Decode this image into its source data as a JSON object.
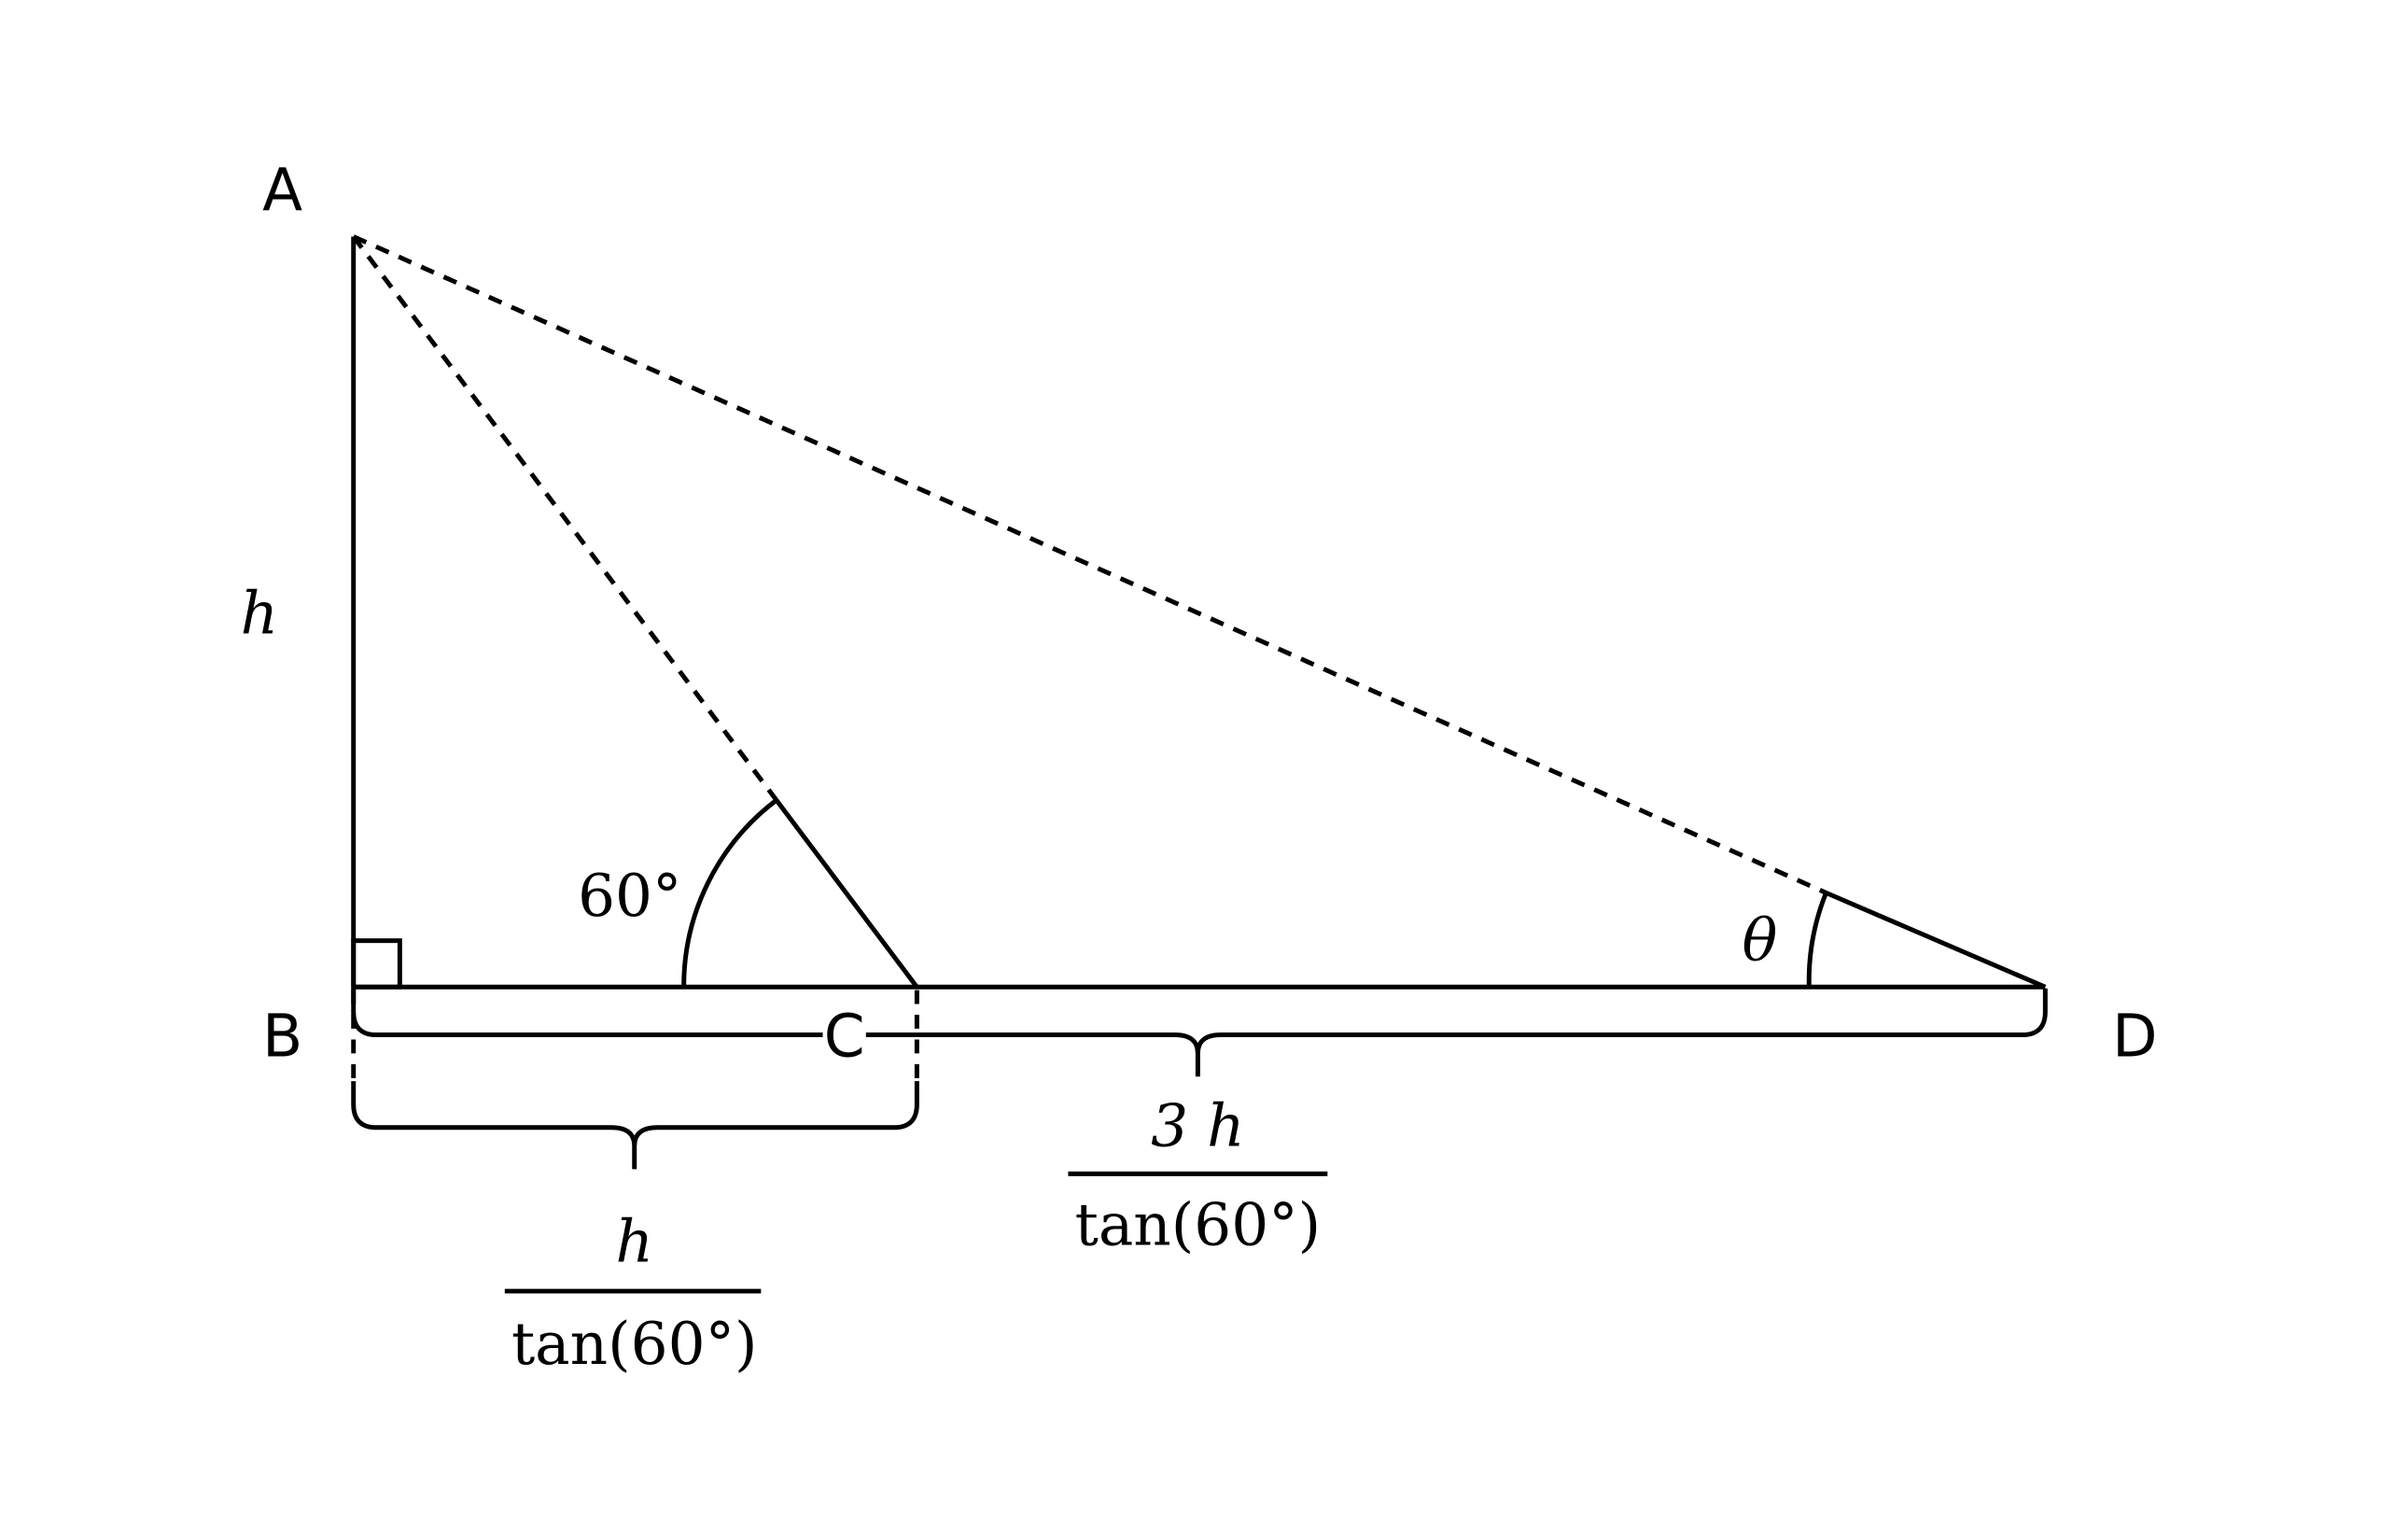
{
  "points": {
    "A": "A",
    "B": "B",
    "C": "C",
    "D": "D"
  },
  "labels": {
    "height": "h",
    "angle_c": "60°",
    "angle_d": "θ"
  },
  "segments": {
    "bc": {
      "numerator": "h",
      "denominator": "tan(60°)"
    },
    "cd": {
      "numerator": "3 h",
      "denominator": "tan(60°)"
    }
  },
  "colors": {
    "stroke": "#000000",
    "background": "#ffffff"
  }
}
